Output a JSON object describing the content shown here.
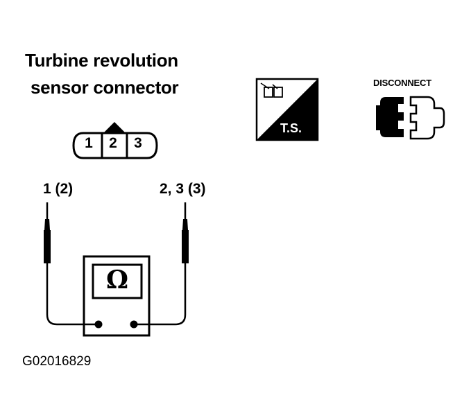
{
  "title": {
    "line1": "Turbine revolution",
    "line2": "sensor connector"
  },
  "connector": {
    "pins": [
      "1",
      "2",
      "3"
    ]
  },
  "probes": {
    "left_label": "1 (2)",
    "right_label": "2, 3 (3)"
  },
  "meter": {
    "symbol": "Ω",
    "icon": "ohmmeter-icon"
  },
  "badges": {
    "ts_label": "T.S.",
    "disconnect_label": "DISCONNECT"
  },
  "figure_id": "G02016829",
  "colors": {
    "ink": "#000000",
    "paper": "#ffffff"
  }
}
